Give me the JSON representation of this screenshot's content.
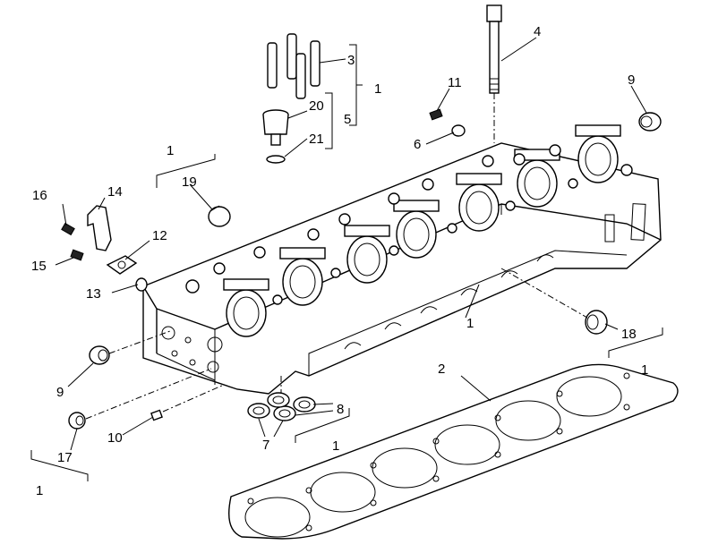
{
  "diagram": {
    "callouts": {
      "c1_top": "1",
      "c1_left_bracket": "1",
      "c1_middle": "1",
      "c1_right": "1",
      "c1_gasket_bracket": "1",
      "c1_bottom_left": "1",
      "c2": "2",
      "c3": "3",
      "c4": "4",
      "c5": "5",
      "c6": "6",
      "c7": "7",
      "c8": "8",
      "c9_top": "9",
      "c9_left": "9",
      "c10": "10",
      "c11": "11",
      "c12": "12",
      "c13": "13",
      "c14": "14",
      "c15": "15",
      "c16": "16",
      "c17": "17",
      "c18": "18",
      "c19": "19",
      "c20": "20",
      "c21": "21"
    }
  }
}
